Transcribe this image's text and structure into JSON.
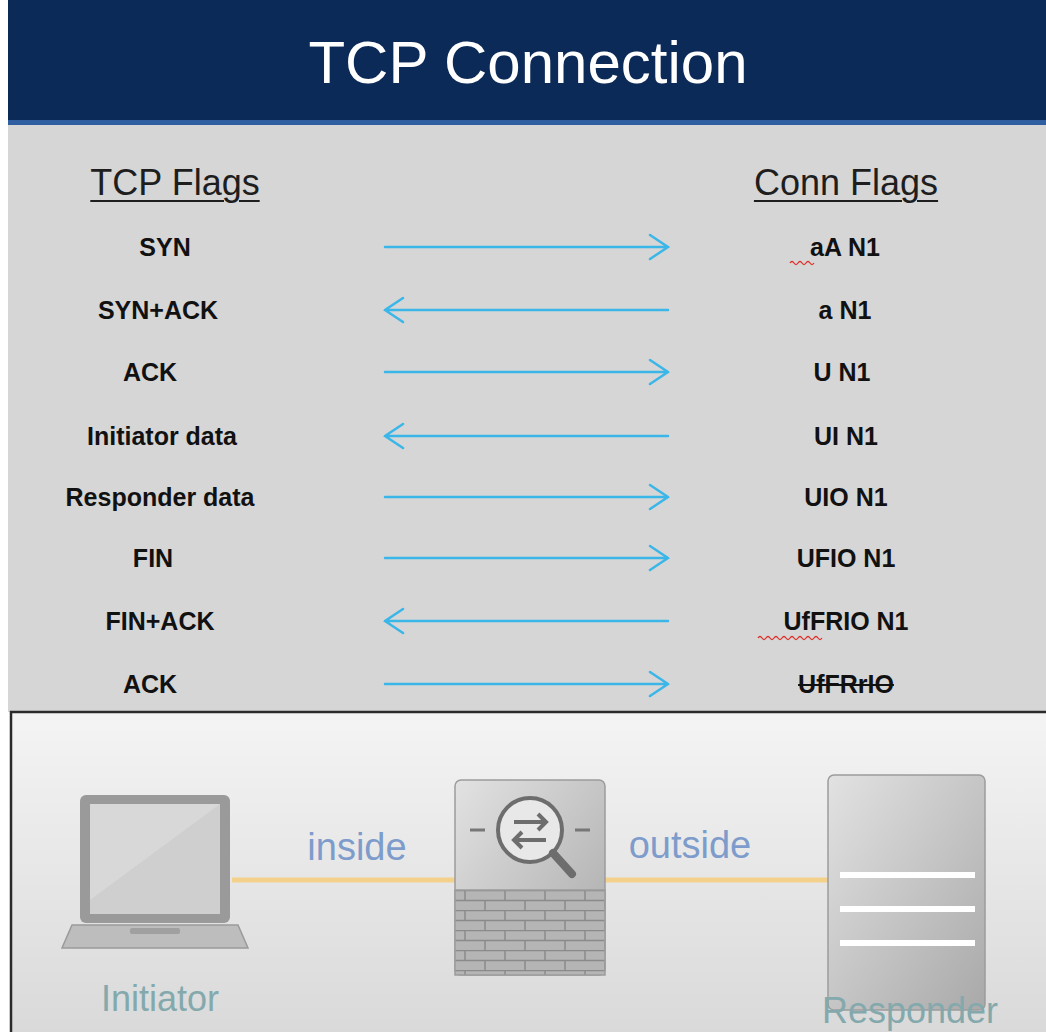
{
  "diagram": {
    "title": "TCP Connection",
    "labels": [
      "TCP Flags",
      "Conn Flags",
      "SYN",
      "aA N1",
      "SYN+ACK",
      "a N1",
      "ACK",
      "U N1",
      "Initiator data",
      "UI N1",
      "Responder data",
      "UIO N1",
      "FIN",
      "UFIO N1",
      "FIN+ACK",
      "UfFRIO N1",
      "ACK",
      "UfFRrIO",
      "inside",
      "outside",
      "Initiator",
      "Responder"
    ]
  }
}
